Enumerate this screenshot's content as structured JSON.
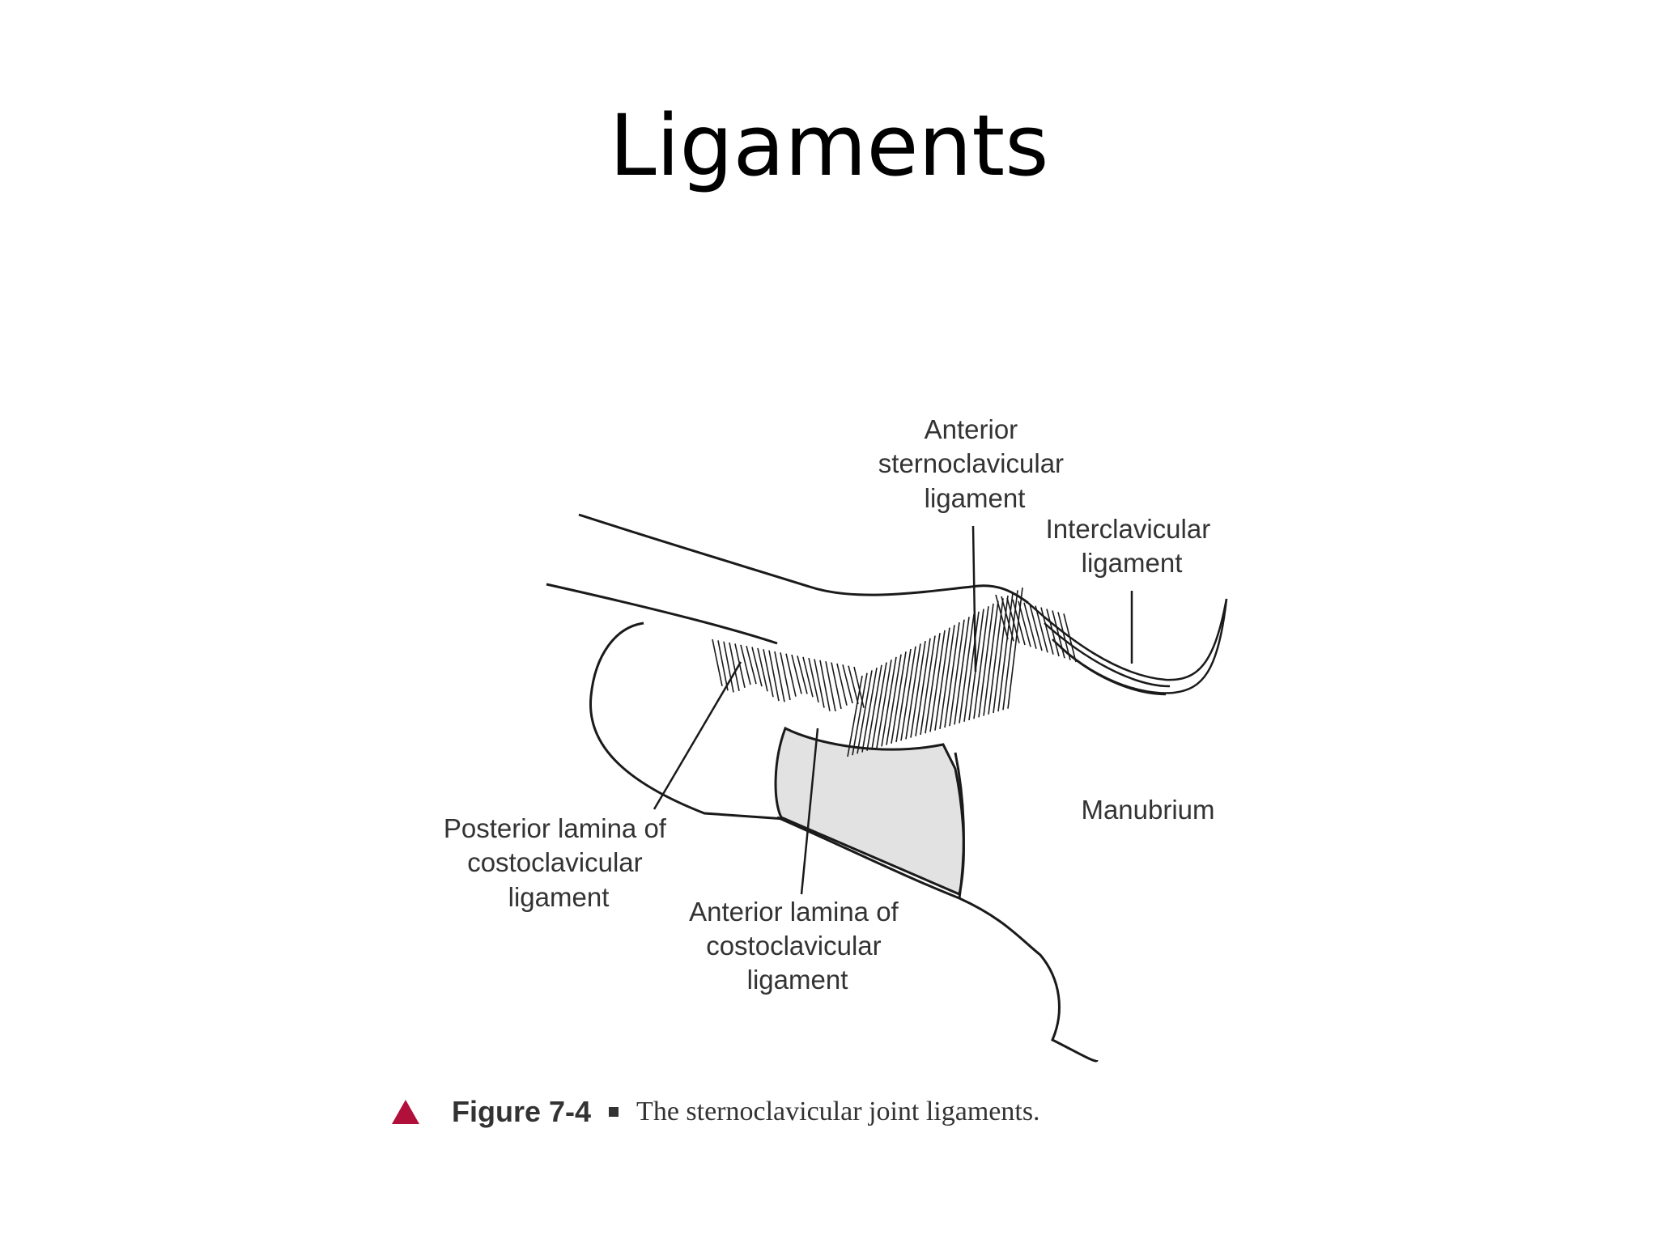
{
  "slide": {
    "title": "Ligaments"
  },
  "figure": {
    "labels": {
      "anterior_sternoclavicular": [
        "Anterior",
        "sternoclavicular",
        "ligament"
      ],
      "interclavicular": [
        "Interclavicular",
        "ligament"
      ],
      "manubrium": "Manubrium",
      "posterior_lamina": [
        "Posterior lamina of",
        "costoclavicular",
        "ligament"
      ],
      "anterior_lamina": [
        "Anterior lamina of",
        "costoclavicular",
        "ligament"
      ]
    },
    "caption": {
      "figure_number": "Figure 7-4",
      "text": "The sternoclavicular joint ligaments."
    }
  },
  "colors": {
    "caption_marker": "#b0103a",
    "shaded_region": "#e2e2e2",
    "line": "#1a1a1a"
  }
}
